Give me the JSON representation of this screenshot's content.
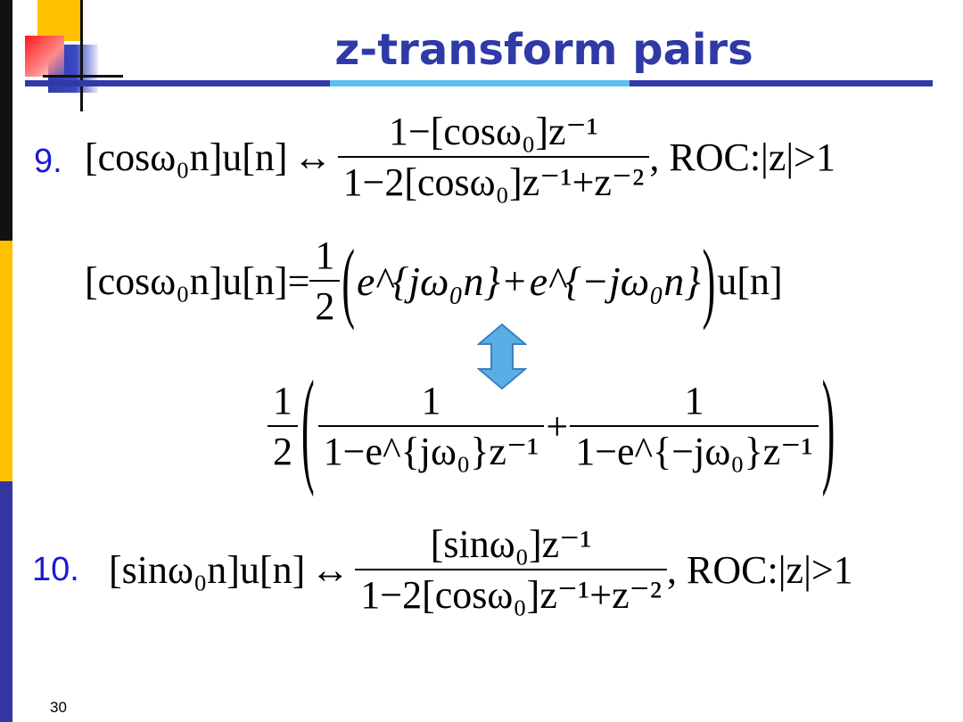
{
  "title": "z-transform pairs",
  "page_number": "30",
  "item9": {
    "number": "9.",
    "lhs": "[cosω₀n]u[n]",
    "arrow": "↔",
    "numerator": "1−[cosω₀]z⁻¹",
    "denominator": "1−2[cosω₀]z⁻¹+z⁻²",
    "roc": ", ROC:|z|>1"
  },
  "expansion": {
    "lhs": "[cosω₀n]u[n]=",
    "half_num": "1",
    "half_den": "2",
    "term1": "e^{jω₀n}",
    "plus": "+",
    "term2": "e^{−jω₀n}",
    "tail": "u[n]"
  },
  "transform": {
    "half_num": "1",
    "half_den": "2",
    "f1_num": "1",
    "f1_den": "1−e^{jω₀}z⁻¹",
    "plus": "+",
    "f2_num": "1",
    "f2_den": "1−e^{−jω₀}z⁻¹"
  },
  "item10": {
    "number": "10.",
    "lhs": "[sinω₀n]u[n]",
    "arrow": "↔",
    "numerator": "[sinω₀]z⁻¹",
    "denominator": "1−2[cosω₀]z⁻¹+z⁻²",
    "roc": ", ROC:|z|>1"
  },
  "colors": {
    "title": "#2f3aa8",
    "number": "#1a1ad6",
    "left_bar_top": "#111111",
    "left_bar_mid": "#ffc000",
    "left_bar_bottom": "#3436a4",
    "arrow_fill": "#5aaee6",
    "arrow_stroke": "#3d7fbf",
    "rule_dark": "#2f3aa8",
    "rule_light": "#5bc0f0"
  }
}
